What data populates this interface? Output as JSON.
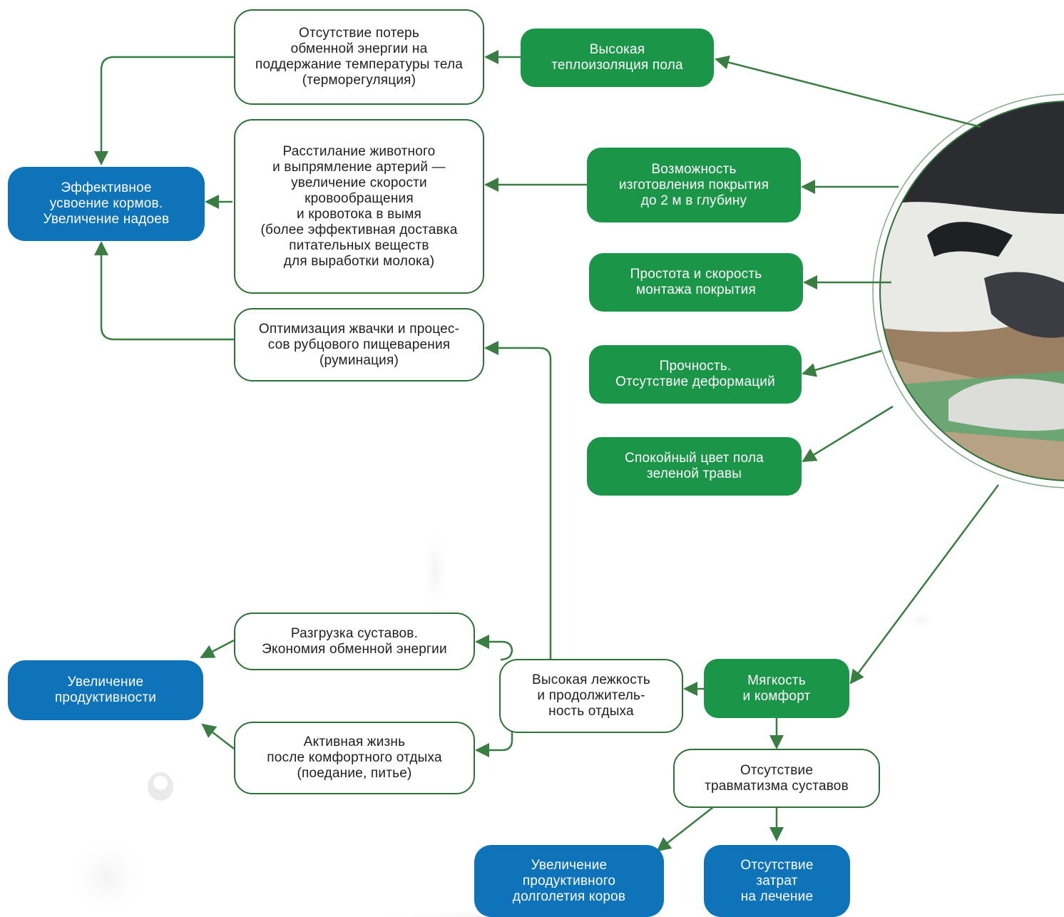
{
  "colors": {
    "effect_fill": "#1b9548",
    "result_fill": "#0f73b9",
    "outline_stroke": "#2f6f3a",
    "arrow": "#3a7d43"
  },
  "features": {
    "insulation": "Высокая\nтеплоизоляция пола",
    "depth": "Возможность\nизготовления покрытия\nдо 2 м в глубину",
    "installation": "Простота и скорость\nмонтажа покрытия",
    "strength": "Прочность.\nОтсутствие деформаций",
    "color": "Спокойный цвет пола\nзеленой травы",
    "softness": "Мягкость\nи комфорт"
  },
  "effects": {
    "thermoregulation": "Отсутствие потерь\nобменной энергии на\nподдержание температуры тела\n(терморегуляция)",
    "circulation": "Расстилание животного\nи выпрямление артерий —\nувеличение скорости\nкровообращения\nи кровотока в вымя\n(более эффективная доставка\nпитательных веществ\nдля выработки молока)",
    "rumination": "Оптимизация жвачки и процес-\nсов рубцового пищеварения\n(руминация)",
    "joints_relief": "Разгрузка суставов.\nЭкономия обменной энергии",
    "active_life": "Активная жизнь\nпосле комфортного отдыха\n(поедание, питье)",
    "lying": "Высокая лежкость\nи продолжитель-\nность отдыха",
    "no_injury": "Отсутствие\nтравматизма суставов"
  },
  "results": {
    "feed_efficiency": "Эффективное\nусвоение кормов.\nУвеличение надоев",
    "productivity": "Увеличение\nпродуктивности",
    "longevity": "Увеличение\nпродуктивного\nдолголетия коров",
    "no_treatment": "Отсутствие\nзатрат\nна лечение"
  }
}
